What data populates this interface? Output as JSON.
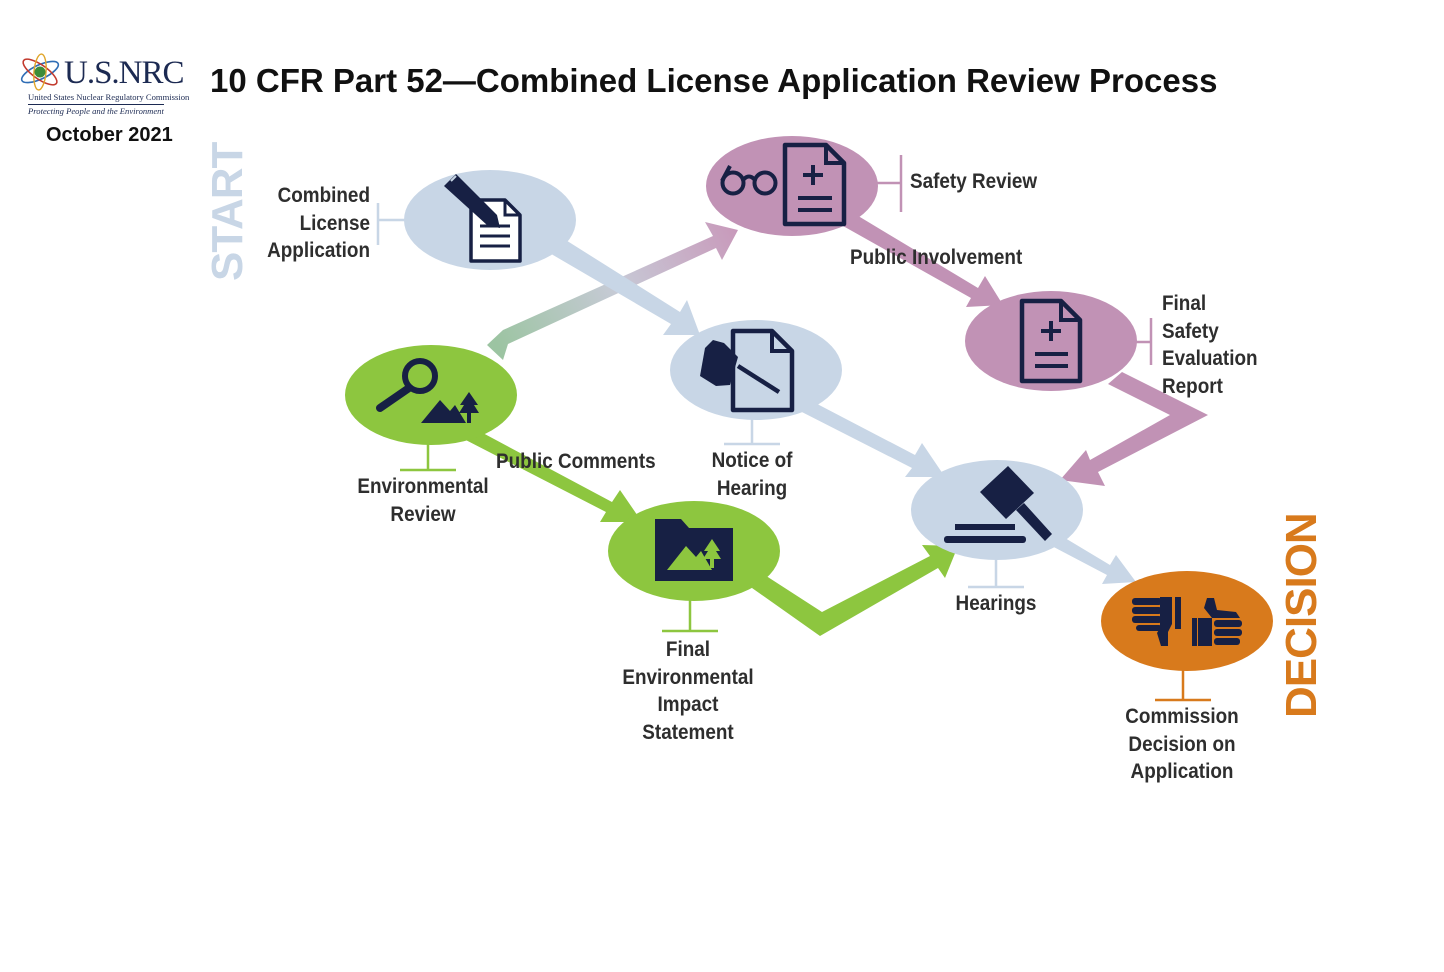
{
  "header": {
    "logo_text": "U.S.NRC",
    "logo_subtitle": "United States Nuclear Regulatory Commission",
    "logo_tagline": "Protecting People and the Environment",
    "date": "October 2021",
    "title": "10 CFR Part 52—Combined License Application Review Process"
  },
  "markers": {
    "start": "START",
    "decision": "DECISION"
  },
  "steps": {
    "combined_license_application": [
      "Combined",
      "License",
      "Application"
    ],
    "safety_review": [
      "Safety Review"
    ],
    "final_safety_evaluation_report": [
      "Final",
      "Safety",
      "Evaluation",
      "Report"
    ],
    "environmental_review": [
      "Environmental",
      "Review"
    ],
    "notice_of_hearing": [
      "Notice of",
      "Hearing"
    ],
    "final_environmental_impact_statement": [
      "Final",
      "Environmental",
      "Impact",
      "Statement"
    ],
    "hearings": [
      "Hearings"
    ],
    "commission_decision": [
      "Commission",
      "Decision on",
      "Application"
    ]
  },
  "flows": {
    "public_involvement": "Public Involvement",
    "public_comments": "Public Comments"
  },
  "colors": {
    "safety": "#c192b5",
    "environmental": "#8dc63f",
    "hearing": "#c8d6e6",
    "decision": "#d87a1c",
    "icon": "#172044",
    "start": "#c8d6e6"
  }
}
